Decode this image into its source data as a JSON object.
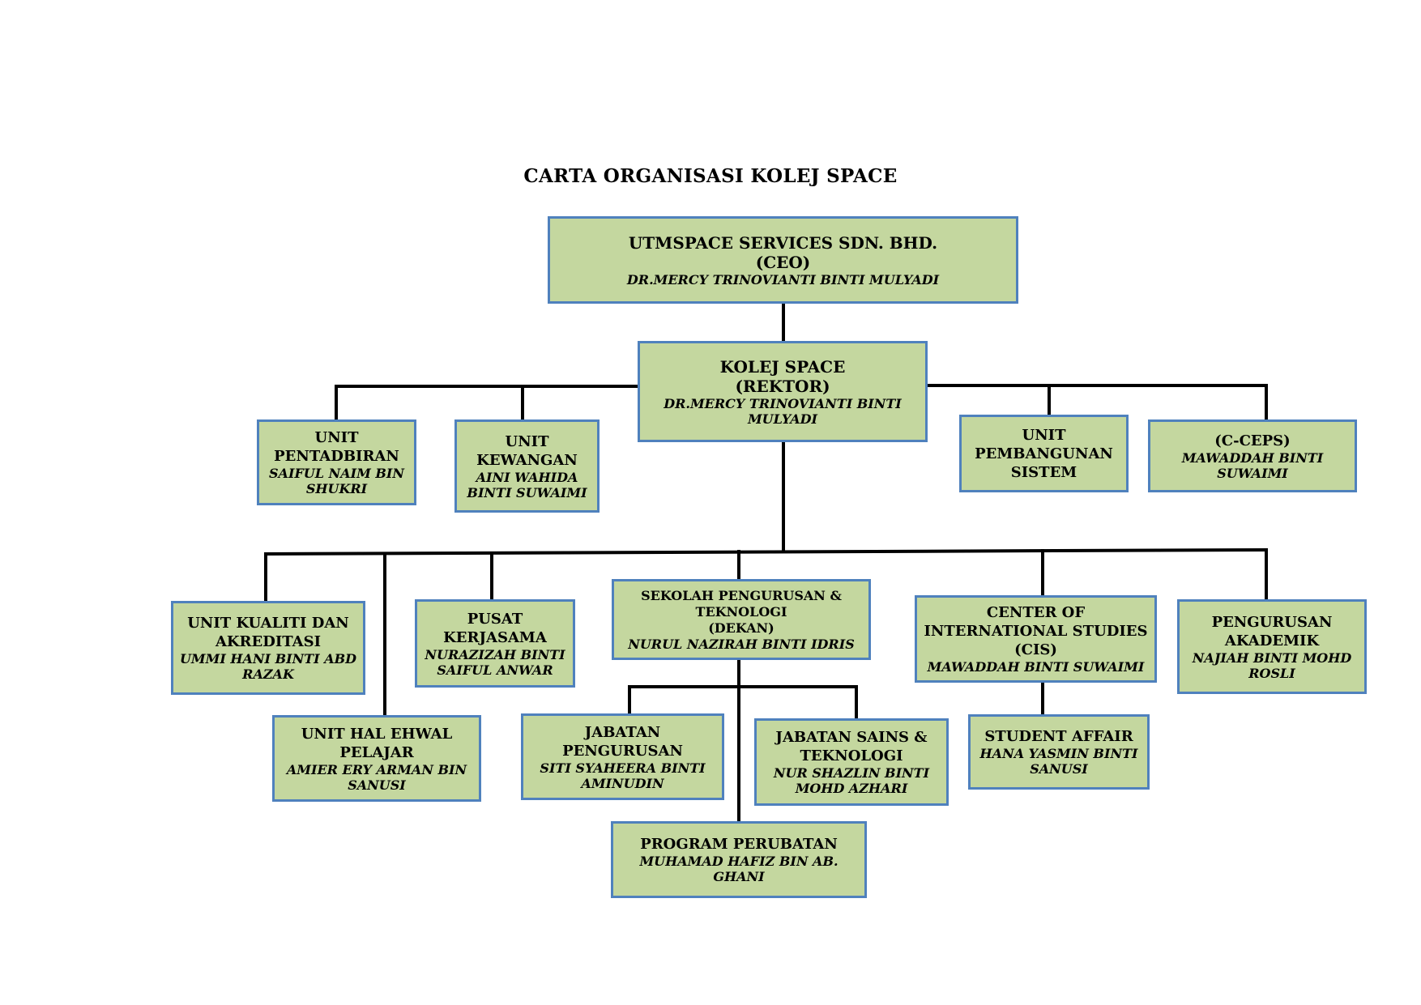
{
  "title": "CARTA ORGANISASI KOLEJ SPACE",
  "colors": {
    "box_fill": "#c4d79f",
    "box_border": "#4f81bd",
    "connector": "#000000"
  },
  "nodes": {
    "ceo": {
      "lines": [
        "UTMSPACE SERVICES SDN. BHD.",
        "(CEO)"
      ],
      "names": [
        "DR.MERCY TRINOVIANTI BINTI MULYADI"
      ]
    },
    "rektor": {
      "lines": [
        "KOLEJ SPACE",
        "(REKTOR)"
      ],
      "names": [
        "DR.MERCY TRINOVIANTI BINTI",
        "MULYADI"
      ]
    },
    "pentadbiran": {
      "lines": [
        "UNIT",
        "PENTADBIRAN"
      ],
      "names": [
        "SAIFUL NAIM BIN",
        "SHUKRI"
      ]
    },
    "kewangan": {
      "lines": [
        "UNIT",
        "KEWANGAN"
      ],
      "names": [
        "AINI WAHIDA",
        "BINTI SUWAIMI"
      ]
    },
    "pembangunan": {
      "lines": [
        "UNIT",
        "PEMBANGUNAN",
        "SISTEM"
      ],
      "names": []
    },
    "cceps": {
      "lines": [
        "(C-CEPS)"
      ],
      "names": [
        "MAWADDAH BINTI",
        "SUWAIMI"
      ]
    },
    "kualiti": {
      "lines": [
        "UNIT KUALITI DAN",
        "AKREDITASI"
      ],
      "names": [
        "UMMI HANI BINTI ABD",
        "RAZAK"
      ]
    },
    "ehwal": {
      "lines": [
        "UNIT HAL EHWAL",
        "PELAJAR"
      ],
      "names": [
        "AMIER ERY ARMAN BIN",
        "SANUSI"
      ]
    },
    "kerjasama": {
      "lines": [
        "PUSAT",
        "KERJASAMA"
      ],
      "names": [
        "NURAZIZAH BINTI",
        "SAIFUL ANWAR"
      ]
    },
    "sekolah": {
      "lines": [
        "SEKOLAH PENGURUSAN &",
        "TEKNOLOGI",
        "(DEKAN)"
      ],
      "names": [
        "NURUL NAZIRAH BINTI IDRIS"
      ]
    },
    "cis": {
      "lines": [
        "CENTER OF",
        "INTERNATIONAL STUDIES",
        "(CIS)"
      ],
      "names": [
        "MAWADDAH BINTI SUWAIMI"
      ]
    },
    "akademik": {
      "lines": [
        "PENGURUSAN",
        "AKADEMIK"
      ],
      "names": [
        "NAJIAH BINTI MOHD",
        "ROSLI"
      ]
    },
    "jab_pengurusan": {
      "lines": [
        "JABATAN",
        "PENGURUSAN"
      ],
      "names": [
        "SITI SYAHEERA BINTI",
        "AMINUDIN"
      ]
    },
    "jab_sains": {
      "lines": [
        "JABATAN SAINS &",
        "TEKNOLOGI"
      ],
      "names": [
        "NUR SHAZLIN BINTI",
        "MOHD AZHARI"
      ]
    },
    "student_affair": {
      "lines": [
        "STUDENT AFFAIR"
      ],
      "names": [
        "HANA YASMIN BINTI",
        "SANUSI"
      ]
    },
    "perubatan": {
      "lines": [
        "PROGRAM PERUBATAN"
      ],
      "names": [
        "MUHAMAD HAFIZ BIN AB.",
        "GHANI"
      ]
    }
  }
}
